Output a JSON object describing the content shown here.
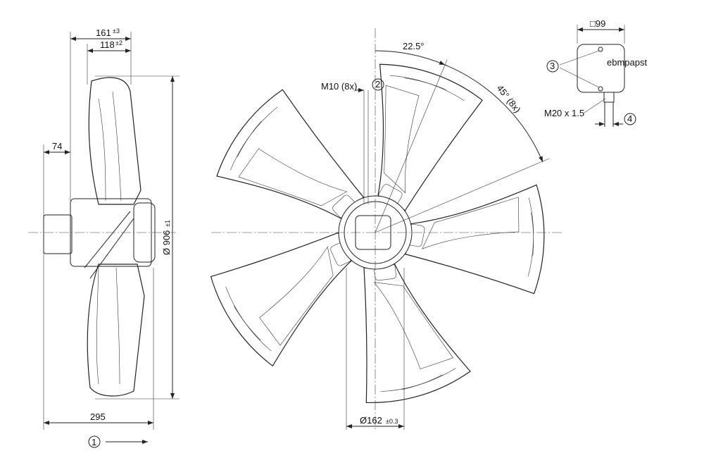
{
  "side_view": {
    "dim_overall_depth": "161",
    "dim_overall_depth_tol": "±3",
    "dim_blade_depth": "118",
    "dim_blade_depth_tol": "±2",
    "dim_offset": "74",
    "dim_diameter": "Ø 906",
    "dim_diameter_tol": "±1",
    "dim_length": "295",
    "callout_1": "1"
  },
  "front_view": {
    "angle_small": "22.5°",
    "angle_large": "45° (8x)",
    "bolt_label": "M10 (8x)",
    "callout_2": "2",
    "hub_diameter": "Ø162",
    "hub_diameter_tol": "±0.3"
  },
  "terminal_box": {
    "dim_square": "□99",
    "callout_3": "3",
    "gland_thread": "M20 x 1.5",
    "callout_4": "4",
    "brand_mark": "ebmpapst"
  }
}
